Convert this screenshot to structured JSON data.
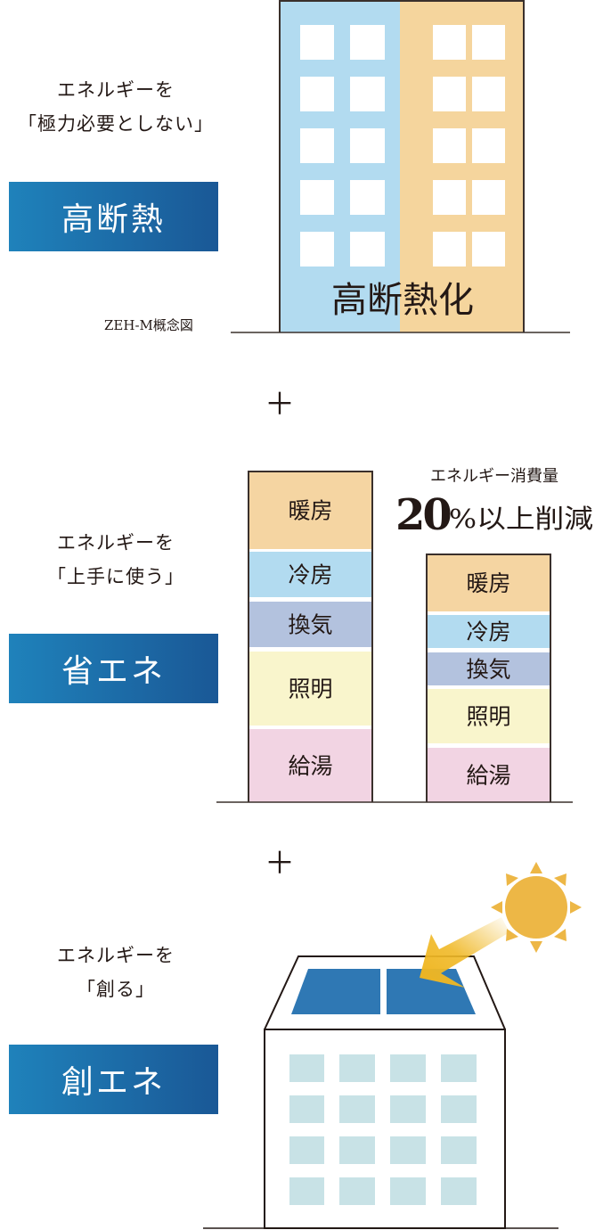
{
  "sections": [
    {
      "lead": [
        "エネルギーを",
        "「極力必要としない」"
      ],
      "badge": "高断熱"
    },
    {
      "lead": [
        "エネルギーを",
        "「上手に使う」"
      ],
      "badge": "省エネ"
    },
    {
      "lead": [
        "エネルギーを",
        "「創る」"
      ],
      "badge": "創エネ"
    }
  ],
  "insulation": {
    "building_label": "高断熱化",
    "caption": "ZEH-M概念図"
  },
  "plus": "＋",
  "energy": {
    "headline_small": "エネルギー消費量",
    "headline_big_num": "20",
    "headline_big_rest": "%以上削減",
    "before": [
      "暖房",
      "冷房",
      "換気",
      "照明",
      "給湯"
    ],
    "after": [
      "暖房",
      "冷房",
      "換気",
      "照明",
      "給湯"
    ]
  },
  "colors": {
    "heating": "#f5d5a2",
    "cooling": "#b2dbf0",
    "ventilation": "#b3c2de",
    "lighting": "#f9f5cc",
    "hot_water": "#f2d4e3",
    "badge_start": "#1f82bb",
    "badge_end": "#1a5896",
    "solar_panel": "#2f78b4",
    "sun": "#edb746"
  }
}
